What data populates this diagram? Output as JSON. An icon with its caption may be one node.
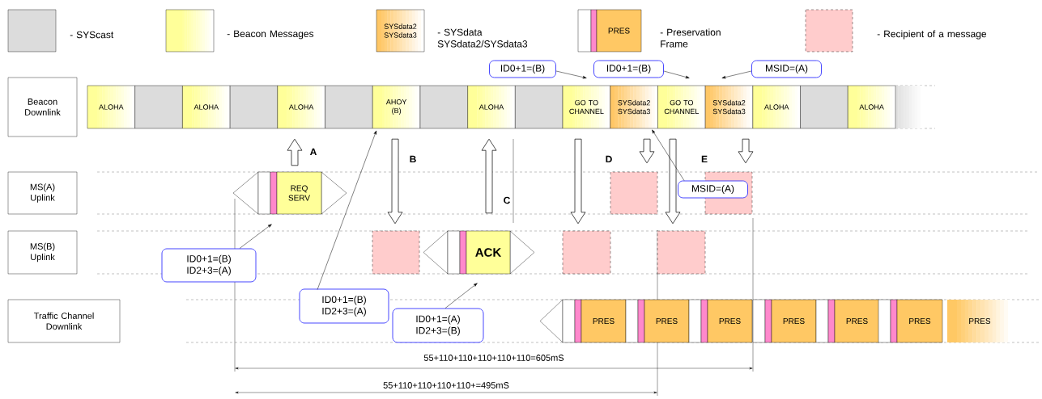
{
  "diagram": {
    "nodes": [
      {
        "text": [
          "Beacon Downlink"
        ]
      },
      {
        "text": [
          "MS(A) Uplink"
        ]
      },
      {
        "text": [
          "MS(B) Uplink"
        ]
      },
      {
        "text": [
          "Traffic Channel Downlink"
        ]
      },
      {
        "text": [
          "ALOHA"
        ]
      },
      {
        "text": [],
        "shape": "box"
      },
      {
        "text": [
          "ALOHA"
        ]
      },
      {
        "text": [],
        "shape": "box"
      },
      {
        "text": [
          "ALOHA"
        ]
      },
      {
        "text": [],
        "shape": "box"
      },
      {
        "text": [
          "AHOY (B)"
        ]
      },
      {
        "text": [],
        "shape": "box"
      },
      {
        "text": [
          "ALOHA"
        ]
      },
      {
        "text": [],
        "shape": "box"
      },
      {
        "text": [
          "GO TO CHANNEL"
        ]
      },
      {
        "text": [
          "SYSdata2 SYSdata3"
        ]
      },
      {
        "text": [
          "GO TO CHANNEL"
        ]
      },
      {
        "text": [
          "SYSdata2 SYSdata3"
        ]
      },
      {
        "text": [
          "ALOHA"
        ]
      },
      {
        "text": [],
        "shape": "box"
      },
      {
        "text": [
          "ALOHA"
        ]
      },
      {
        "text": [
          "REQ SERV"
        ]
      },
      {
        "text": [],
        "shape": "box"
      },
      {
        "text": [],
        "shape": "box"
      },
      {
        "text": [],
        "shape": "box"
      },
      {
        "text": [
          "ACK"
        ]
      },
      {
        "text": [],
        "shape": "box"
      },
      {
        "text": [],
        "shape": "box"
      },
      {
        "text": [
          "PRES"
        ]
      },
      {
        "text": [
          "PRES"
        ]
      },
      {
        "text": [
          "PRES"
        ]
      },
      {
        "text": [
          "PRES"
        ]
      },
      {
        "text": [
          "PRES"
        ]
      },
      {
        "text": [
          "PRES"
        ]
      },
      {
        "text": [
          "PRES"
        ]
      },
      {
        "text": [
          "ID0+1=(B)"
        ]
      },
      {
        "text": [
          "ID0+1=(B)"
        ]
      },
      {
        "text": [
          "MSID=(A)"
        ]
      },
      {
        "text": [
          "MSID=(A)"
        ]
      },
      {
        "text": [
          "ID0+1=(B) ID2+3=(A)"
        ]
      },
      {
        "text": [
          "ID0+1=(B) ID2+3=(A)"
        ]
      },
      {
        "text": [
          "ID0+1=(A) ID2+3=(B)"
        ]
      }
    ],
    "edges": [
      {
        "from": 21,
        "to": 8,
        "arrow": "to",
        "label": "A",
        "style": "thick"
      },
      {
        "from": 10,
        "to": 24,
        "arrow": "to",
        "label": "B",
        "style": "thick"
      },
      {
        "from": 25,
        "to": 12,
        "arrow": "to",
        "label": "C",
        "style": "thick"
      },
      {
        "from": 14,
        "to": 26,
        "arrow": "to",
        "label": "D",
        "style": "thick"
      },
      {
        "from": 15,
        "to": 22,
        "arrow": "to",
        "style": "thick"
      },
      {
        "from": 16,
        "to": 27,
        "arrow": "to",
        "label": "E",
        "style": "thick"
      },
      {
        "from": 17,
        "to": 23,
        "arrow": "to",
        "style": "thick"
      },
      {
        "from": 35,
        "to": 14,
        "arrow": "to"
      },
      {
        "from": 36,
        "to": 16,
        "arrow": "to"
      },
      {
        "from": 37,
        "to": 17,
        "arrow": "to"
      },
      {
        "from": 38,
        "to": 15,
        "arrow": "to"
      },
      {
        "from": 39,
        "to": 21,
        "arrow": "to"
      },
      {
        "from": 40,
        "to": 10,
        "arrow": "to"
      },
      {
        "from": 41,
        "to": 25,
        "arrow": "to"
      }
    ],
    "labels": [
      "SYSdata2 SYSdata3",
      "PRES",
      "55+110+110+110+110+110=605mS",
      "55+110+110+110+110+=495mS"
    ],
    "legend": [
      {
        "text": "- SYScast",
        "color": "#dcdcdc"
      },
      {
        "text": "- Beacon Messages",
        "color": "#ffff99"
      },
      {
        "text": "- SYSdata SYSdata2/SYSdata3"
      },
      {
        "text": "- Preservation Frame"
      },
      {
        "text": "- Recipient of a message",
        "color": "#ffcccc"
      }
    ]
  }
}
